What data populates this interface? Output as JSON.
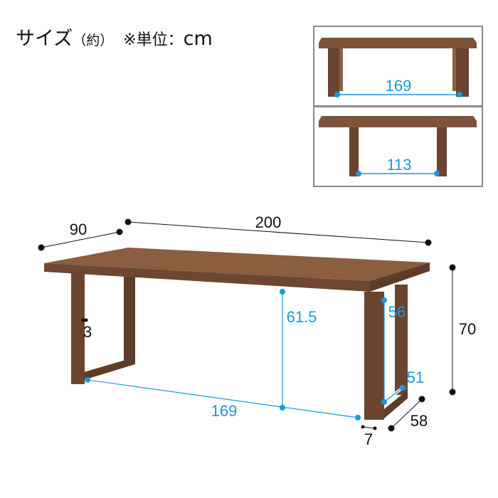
{
  "title": {
    "main": "サイズ",
    "paren": "（約）",
    "unit_note": "※単位：",
    "unit": "cm"
  },
  "colors": {
    "wood_top": "#7d5439",
    "wood_leg": "#6a442e",
    "dimension_blue": "#1a9ad8",
    "dimension_black": "#111111",
    "inset_border": "#8a8a8a"
  },
  "main_view": {
    "width": "200",
    "depth": "90",
    "height": "70",
    "under_clearance": "61.5",
    "leg_inner_span": "169",
    "leg_inner_height": "56",
    "leg_inner_depth": "51",
    "leg_depth": "58",
    "leg_thickness": "7",
    "top_thickness": "3"
  },
  "insets": [
    {
      "view": "front",
      "label": "169"
    },
    {
      "view": "side",
      "label": "113"
    }
  ]
}
